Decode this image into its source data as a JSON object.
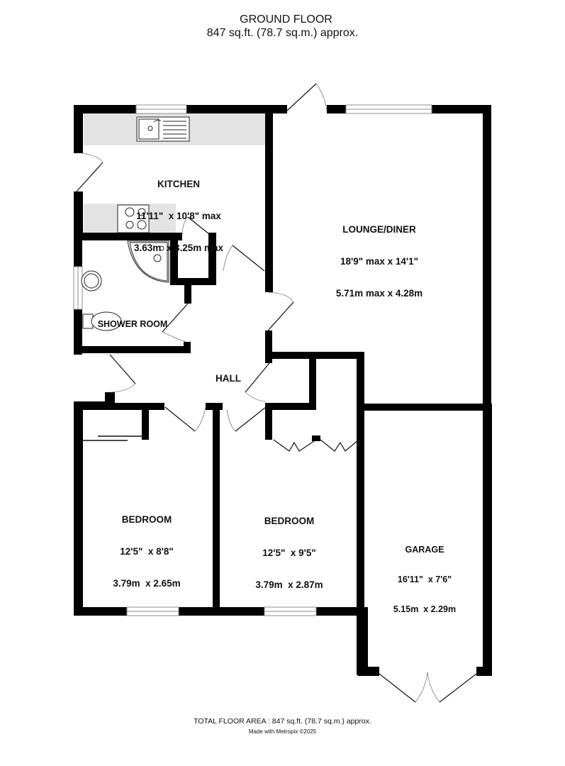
{
  "header": {
    "floor_name": "GROUND FLOOR",
    "floor_area": "847 sq.ft. (78.7 sq.m.) approx."
  },
  "rooms": {
    "kitchen": {
      "name": "KITCHEN",
      "imperial": "11'11\"  x 10'8\" max",
      "metric": "3.63m  x 3.25m max"
    },
    "lounge_diner": {
      "name": "LOUNGE/DINER",
      "imperial": "18'9\" max x 14'1\"",
      "metric": "5.71m max x 4.28m"
    },
    "shower_room": {
      "name": "SHOWER ROOM"
    },
    "hall": {
      "name": "HALL"
    },
    "bedroom_1": {
      "name": "BEDROOM",
      "imperial": "12'5\"  x 8'8\"",
      "metric": "3.79m  x 2.65m"
    },
    "bedroom_2": {
      "name": "BEDROOM",
      "imperial": "12'5\"  x 9'5\"",
      "metric": "3.79m  x 2.87m"
    },
    "garage": {
      "name": "GARAGE",
      "imperial": "16'11\"  x 7'6\"",
      "metric": "5.15m  x 2.29m"
    }
  },
  "footer": {
    "total_area": "TOTAL FLOOR AREA : 847 sq.ft. (78.7 sq.m.) approx.",
    "credit": "Made with Metropix ©2025"
  },
  "colors": {
    "wall": "#000000",
    "worktop": "#e3e3e3",
    "window": "#8c8c8c",
    "background": "#ffffff"
  }
}
